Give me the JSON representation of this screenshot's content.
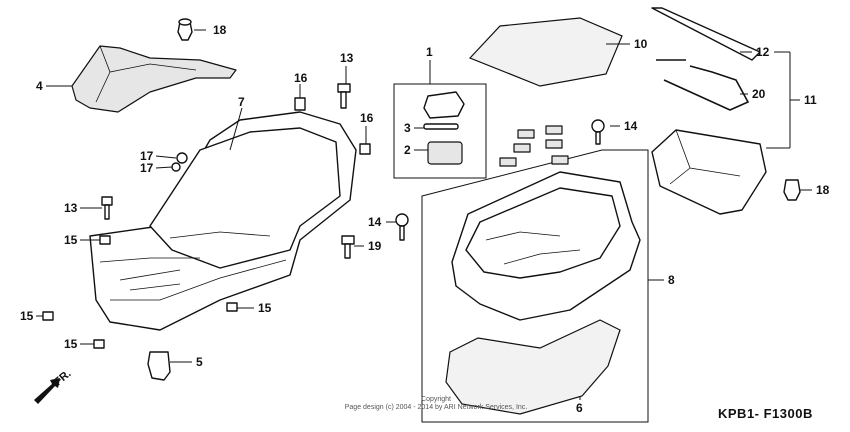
{
  "labels": [
    "1",
    "2",
    "3",
    "4",
    "5",
    "6",
    "7",
    "8",
    "10",
    "11",
    "12",
    "13",
    "13",
    "14",
    "14",
    "15",
    "15",
    "15",
    "15",
    "16",
    "16",
    "17",
    "17",
    "18",
    "18",
    "19",
    "20"
  ],
  "direction": "FR.",
  "diagram_code": "KPB1- F1300B",
  "copyright": {
    "line1": "Copyright",
    "line2": "Page design (c) 2004 - 2014 by ARI Network Services, Inc."
  }
}
